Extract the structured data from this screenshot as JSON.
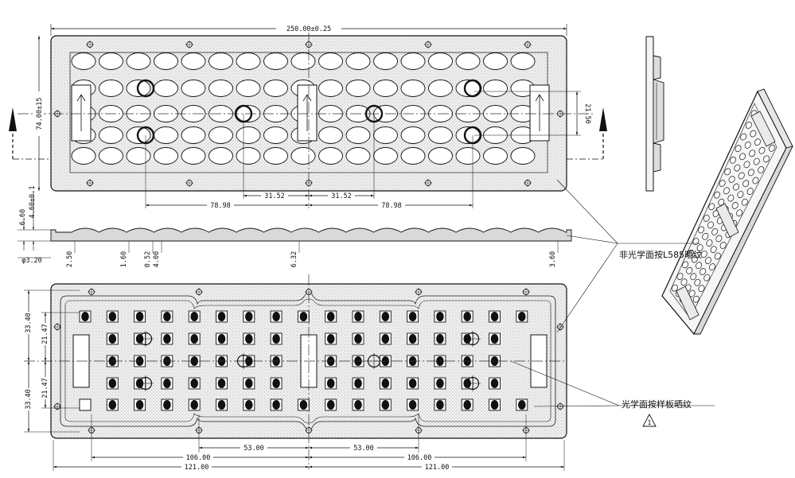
{
  "top_view": {
    "overall_width": "250.00±0.25",
    "overall_height": "74.00±15",
    "row_pitch": "21.50",
    "center_dims": [
      "31.52",
      "31.52"
    ],
    "outer_dims": [
      "78.98",
      "78.98"
    ]
  },
  "section": {
    "left_height_a": "6.60",
    "left_height_b": "4.60±0.1",
    "hole_dia": "φ3.20",
    "dims": [
      "2.50",
      "1.60",
      "0.52",
      "4.00",
      "6.32",
      "3.60"
    ]
  },
  "bottom_view": {
    "left_dims": [
      "33.40",
      "21.47",
      "21.47",
      "33.40"
    ],
    "inner_dims": [
      "53.00",
      "53.00"
    ],
    "mid_dims": [
      "106.00",
      "106.00"
    ],
    "outer_dims": [
      "121.00",
      "121.00"
    ]
  },
  "notes": {
    "non_optical": "非光学面按L585晒纹",
    "optical": "光学面按样板晒纹",
    "warning_mark": "1"
  }
}
